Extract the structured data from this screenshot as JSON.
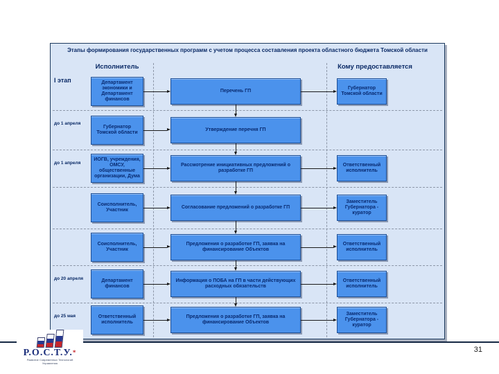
{
  "slide": {
    "page_number": "31",
    "diagram": {
      "title": "Этапы формирования государственных программ с учетом процесса составления проекта областного бюджета Томской области",
      "col_left_header": "Исполнитель",
      "col_right_header": "Кому предоставляется",
      "rows": [
        {
          "gutter": "I этап",
          "stage": true,
          "left": "Департамент экономики и Департамент финансов",
          "mid": "Перечень ГП",
          "right": "Губернатор Томской области"
        },
        {
          "gutter": "до 1 апреля",
          "left": "Губернатор Томской области",
          "mid": "Утверждение перечня ГП",
          "right": null
        },
        {
          "gutter": "до 1 апреля",
          "left": "ИОГВ, учреждения, ОМСУ, общественные организации, Дума",
          "mid": "Рассмотрение инициативных предложений о разработке ГП",
          "right": "Ответственный исполнитель"
        },
        {
          "gutter": "",
          "left": "Соисполнитель, Участник",
          "mid": "Согласование предложений о разработке ГП",
          "right": "Заместитель Губернатора - куратор"
        },
        {
          "gutter": "",
          "left": "Соисполнитель, Участник",
          "mid": "Предложения о разработке ГП, заявка на финансирование Объектов",
          "right": "Ответственный исполнитель"
        },
        {
          "gutter": "до 20 апреля",
          "left": "Департамент финансов",
          "mid": "Информация о ПОБА на ГП в части действующих расходных обязательств",
          "right": "Ответственный исполнитель"
        },
        {
          "gutter": "до 25 мая",
          "left": "Ответственный исполнитель",
          "mid": "Предложения о разработке ГП, заявка на финансирование Объектов",
          "right": "Заместитель Губернатора - куратор"
        }
      ]
    },
    "logo": {
      "name": "Р.О.С.Т.У.",
      "star": "*",
      "tagline_line1": "Развитие Современных Технологий",
      "tagline_line2": "Управления"
    },
    "colors": {
      "panel_bg": "#d9e5f6",
      "box_fill": "#4b92ec",
      "box_border": "#1d4f96",
      "text_navy": "#082a70",
      "logo_blue": "#27388f",
      "logo_red": "#c5252b"
    }
  }
}
